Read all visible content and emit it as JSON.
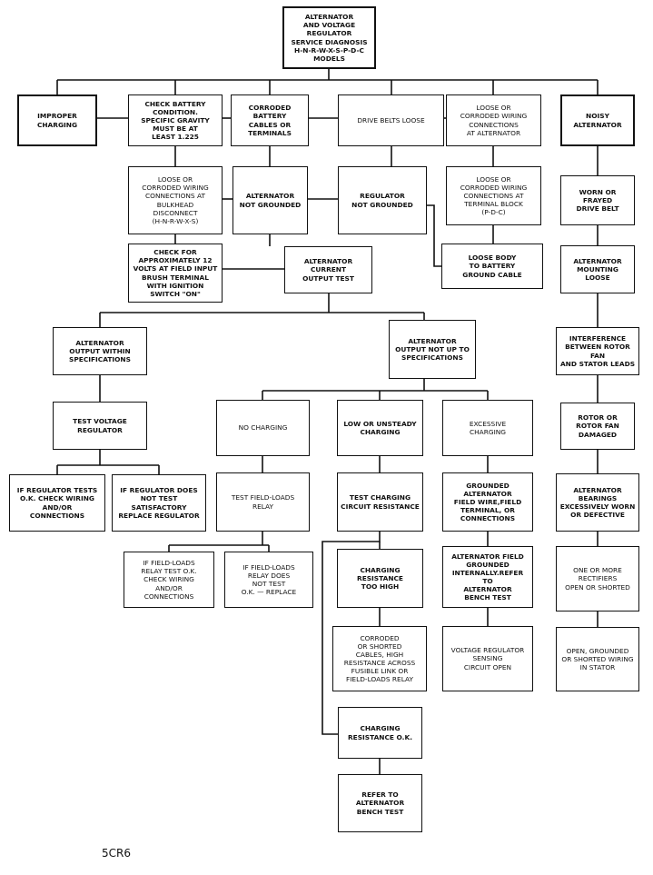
{
  "figure_label": "5CR6",
  "nodes": {
    "title": "ALTERNATOR\nAND VOLTAGE\nREGULATOR\nSERVICE DIAGNOSIS\nH-N-R-W-X-S-P-D-C\nMODELS",
    "improper": "IMPROPER\nCHARGING",
    "battery": "CHECK BATTERY\nCONDITION.\nSPECIFIC GRAVITY\nMUST BE AT\nLEAST 1.225",
    "cables": "CORRODED BATTERY\nCABLES OR\nTERMINALS",
    "belts": "DRIVE BELTS LOOSE",
    "wiring_alt": "LOOSE OR\nCORRODED WIRING\nCONNECTIONS\nAT ALTERNATOR",
    "noisy": "NOISY\nALTERNATOR",
    "bulkhead": "LOOSE OR\nCORRODED WIRING\nCONNECTIONS AT\nBULKHEAD\nDISCONNECT\n(H-N-R-W-X-S)",
    "alt_ground": "ALTERNATOR\nNOT GROUNDED",
    "reg_ground": "REGULATOR\nNOT GROUNDED",
    "term_block": "LOOSE OR\nCORRODED WIRING\nCONNECTIONS AT\nTERMINAL BLOCK\n(P-D-C)",
    "worn_belt": "WORN OR FRAYED\nDRIVE BELT",
    "check12": "CHECK FOR\nAPPROXIMATELY 12\nVOLTS AT FIELD INPUT\nBRUSH TERMINAL\nWITH IGNITION\nSWITCH \"ON\"",
    "current_test": "ALTERNATOR\nCURRENT\nOUTPUT TEST",
    "body_ground": "LOOSE BODY\nTO BATTERY\nGROUND CABLE",
    "mounting": "ALTERNATOR\nMOUNTING LOOSE",
    "within": "ALTERNATOR\nOUTPUT WITHIN\nSPECIFICATIONS",
    "not_up": "ALTERNATOR\nOUTPUT NOT UP TO\nSPECIFICATIONS",
    "interference": "INTERFERENCE\nBETWEEN ROTOR FAN\nAND STATOR LEADS",
    "test_vr": "TEST VOLTAGE\nREGULATOR",
    "no_charging": "NO CHARGING",
    "low_unsteady": "LOW OR UNSTEADY\nCHARGING",
    "excessive": "EXCESSIVE\nCHARGING",
    "rotor_damaged": "ROTOR OR\nROTOR FAN\nDAMAGED",
    "reg_ok": "IF REGULATOR TESTS\nO.K. CHECK WIRING\nAND/OR\nCONNECTIONS",
    "reg_not": "IF REGULATOR DOES\nNOT TEST\nSATISFACTORY\nREPLACE REGULATOR",
    "test_relay": "TEST FIELD-LOADS\nRELAY",
    "test_resist": "TEST CHARGING\nCIRCUIT RESISTANCE",
    "grounded_field": "GROUNDED\nALTERNATOR\nFIELD WIRE,FIELD\nTERMINAL, OR\nCONNECTIONS",
    "bearings": "ALTERNATOR\nBEARINGS\nEXCESSIVELY WORN\nOR DEFECTIVE",
    "relay_ok": "IF FIELD-LOADS\nRELAY TEST O.K.\nCHECK WIRING\nAND/OR\nCONNECTIONS",
    "relay_not": "IF FIELD-LOADS\nRELAY DOES\nNOT TEST\nO.K. — REPLACE",
    "resist_high": "CHARGING\nRESISTANCE\nTOO HIGH",
    "field_internal": "ALTERNATOR FIELD\nGROUNDED\nINTERNALLY.REFER TO\nALTERNATOR\nBENCH TEST",
    "rectifiers": "ONE OR MORE\nRECTIFIERS\nOPEN OR SHORTED",
    "corroded_short": "CORRODED\nOR SHORTED\nCABLES, HIGH\nRESISTANCE ACROSS\nFUSIBLE LINK OR\nFIELD-LOADS RELAY",
    "vr_sensing": "VOLTAGE REGULATOR\nSENSING\nCIRCUIT OPEN",
    "stator": "OPEN, GROUNDED\nOR SHORTED WIRING\nIN STATOR",
    "resist_ok": "CHARGING\nRESISTANCE O.K.",
    "bench": "REFER TO\nALTERNATOR\nBENCH TEST"
  }
}
